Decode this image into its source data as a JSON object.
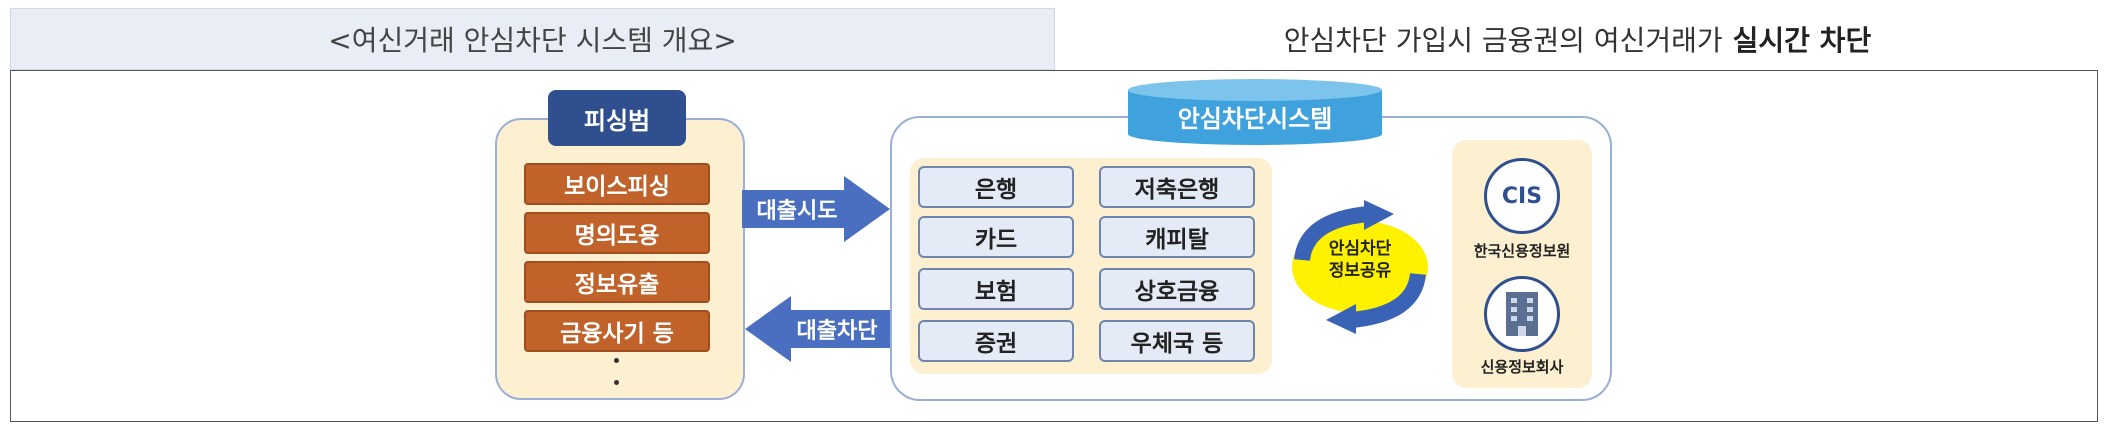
{
  "header": {
    "left_title": "<여신거래 안심차단 시스템 개요>",
    "right_title_prefix": "안심차단 가입시 금융권의 여신거래가",
    "right_title_emphasis": "실시간 차단"
  },
  "phishing": {
    "title": "피싱범",
    "items": [
      "보이스피싱",
      "명의도용",
      "정보유출",
      "금융사기 등"
    ]
  },
  "arrows": {
    "loan_attempt": "대출시도",
    "loan_block": "대출차단"
  },
  "system": {
    "title": "안심차단시스템",
    "institutions": [
      "은행",
      "저축은행",
      "카드",
      "캐피탈",
      "보험",
      "상호금융",
      "증권",
      "우체국 등"
    ],
    "cycle_label_line1": "안심차단",
    "cycle_label_line2": "정보공유",
    "agencies": [
      "한국신용정보원",
      "신용정보회사"
    ],
    "agency_logo_text": "CIS"
  },
  "colors": {
    "header_bg": "#e8edf6",
    "panel_fill": "#fdf0d0",
    "phish_item": "#c0622a",
    "title_navy": "#2f4f8f",
    "arrow_blue": "#4a6fc0",
    "cylinder_blue": "#3fa2dd"
  }
}
